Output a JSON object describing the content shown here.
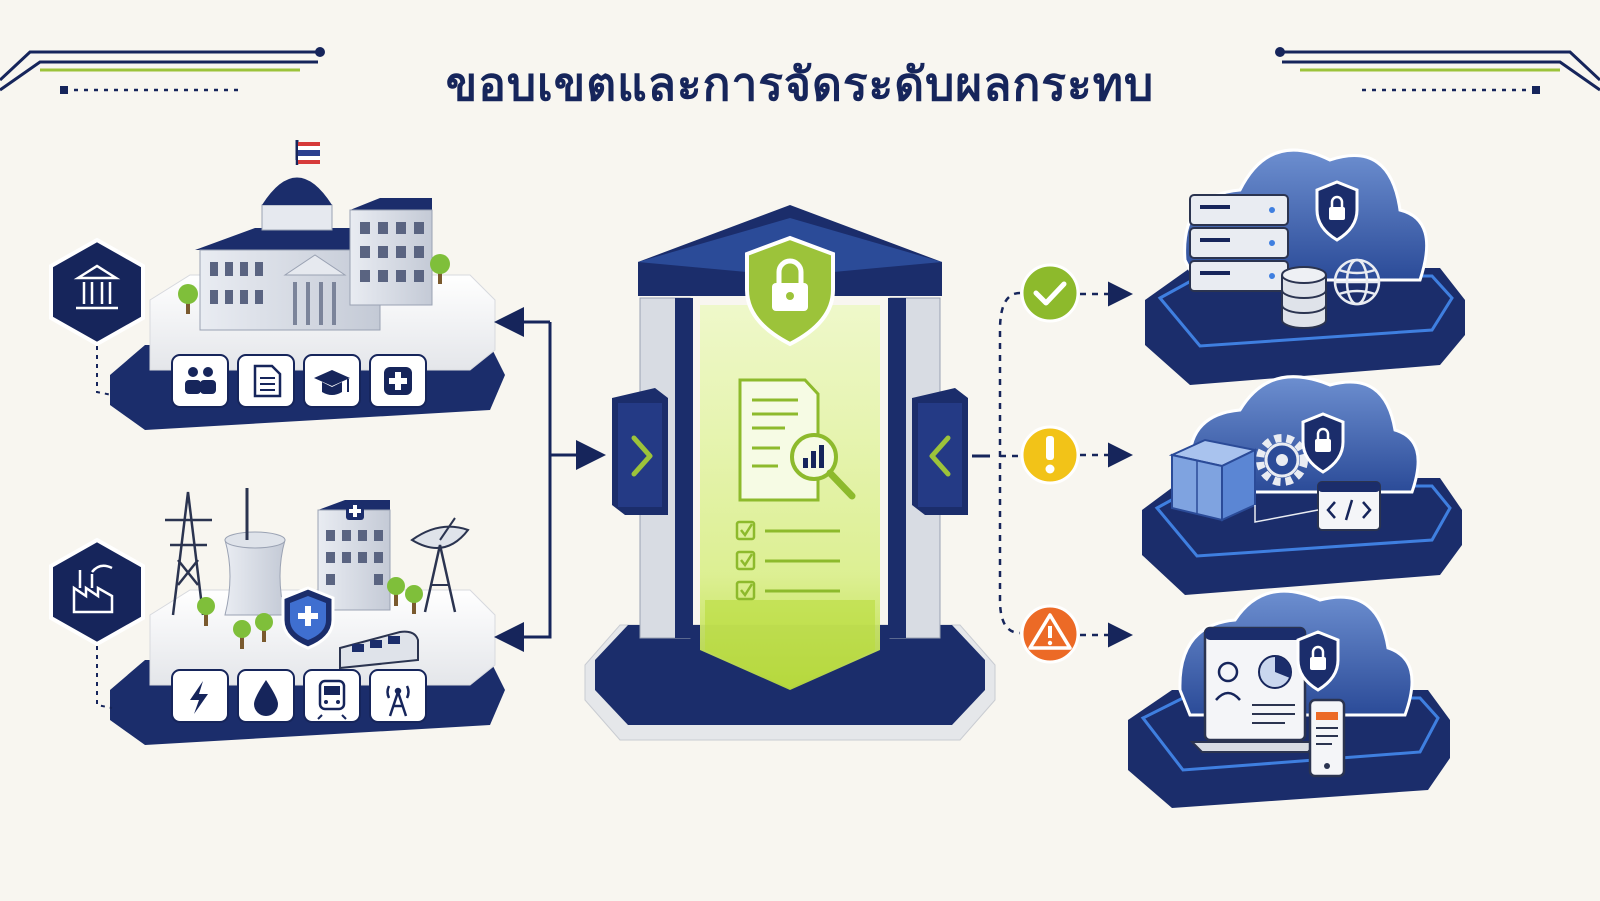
{
  "title": "ขอบเขตและการจัดระดับผลกระทบ",
  "colors": {
    "navy": "#1b2d6b",
    "navy_dark": "#16255b",
    "lime": "#9cc33a",
    "lime_light": "#e9f5b8",
    "yellow": "#f2c318",
    "orange": "#ec6a26",
    "blue_glow": "#3f7fe0",
    "background": "#f8f6f0"
  },
  "left_sources": [
    {
      "id": "government",
      "badge_icon": "government-building-icon",
      "scene_icons": [
        "flag-icon",
        "domed-capitol-icon",
        "office-tower-icon",
        "tree-icon"
      ],
      "tiles": [
        "people-icon",
        "document-icon",
        "graduation-cap-icon",
        "medical-cross-icon"
      ]
    },
    {
      "id": "critical-infrastructure",
      "badge_icon": "factory-icon",
      "scene_icons": [
        "power-pylon-icon",
        "cooling-tower-icon",
        "hospital-icon",
        "shield-plus-icon",
        "train-icon",
        "satellite-dish-icon"
      ],
      "tiles": [
        "lightning-icon",
        "water-drop-icon",
        "train-icon",
        "signal-tower-icon"
      ]
    }
  ],
  "center_gate": {
    "icons": [
      "shield-lock-icon",
      "document-analysis-icon",
      "checklist-icon",
      "arrow-right-icon",
      "arrow-left-icon"
    ]
  },
  "outcomes": [
    {
      "status": "low",
      "status_icon": "check-icon",
      "color": "#8dba2c",
      "platform_icons": [
        "cloud-icon",
        "server-rack-icon",
        "database-icon",
        "globe-icon",
        "shield-lock-icon"
      ]
    },
    {
      "status": "medium",
      "status_icon": "exclamation-icon",
      "color": "#f2c318",
      "platform_icons": [
        "cloud-icon",
        "container-cube-icon",
        "gear-icon",
        "code-window-icon",
        "shield-lock-icon"
      ]
    },
    {
      "status": "high",
      "status_icon": "warning-triangle-icon",
      "color": "#ec6a26",
      "platform_icons": [
        "cloud-icon",
        "laptop-dashboard-icon",
        "mobile-phone-icon",
        "shield-lock-icon"
      ]
    }
  ]
}
